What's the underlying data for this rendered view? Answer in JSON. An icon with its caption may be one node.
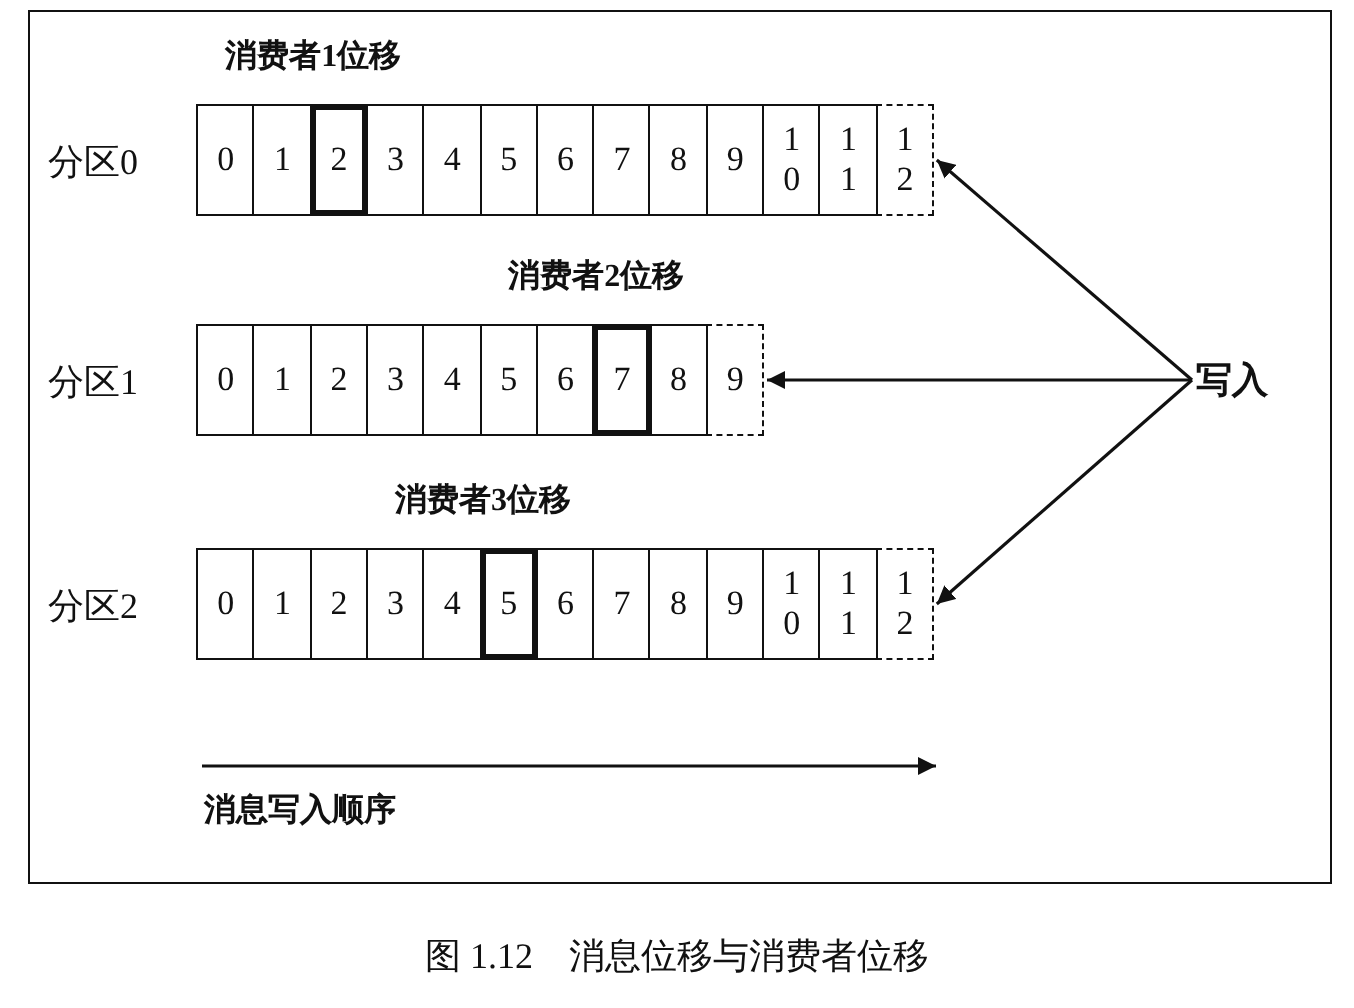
{
  "diagram": {
    "caption": "图 1.12　消息位移与消费者位移",
    "nodes": [
      {
        "text": [
          "分区0"
        ]
      },
      {
        "text": [
          "0"
        ],
        "in": 0
      },
      {
        "text": [
          "1"
        ],
        "in": 0
      },
      {
        "text": [
          "2"
        ],
        "in": 0,
        "beside": [
          "消费者1位移"
        ]
      },
      {
        "text": [
          "3"
        ],
        "in": 0
      },
      {
        "text": [
          "4"
        ],
        "in": 0
      },
      {
        "text": [
          "5"
        ],
        "in": 0
      },
      {
        "text": [
          "6"
        ],
        "in": 0
      },
      {
        "text": [
          "7"
        ],
        "in": 0
      },
      {
        "text": [
          "8"
        ],
        "in": 0
      },
      {
        "text": [
          "9"
        ],
        "in": 0
      },
      {
        "text": [
          "10"
        ],
        "in": 0
      },
      {
        "text": [
          "11"
        ],
        "in": 0
      },
      {
        "text": [
          "12"
        ],
        "in": 0
      },
      {
        "text": [
          "分区1"
        ]
      },
      {
        "text": [
          "0"
        ],
        "in": 14
      },
      {
        "text": [
          "1"
        ],
        "in": 14
      },
      {
        "text": [
          "2"
        ],
        "in": 14
      },
      {
        "text": [
          "3"
        ],
        "in": 14
      },
      {
        "text": [
          "4"
        ],
        "in": 14
      },
      {
        "text": [
          "5"
        ],
        "in": 14
      },
      {
        "text": [
          "6"
        ],
        "in": 14
      },
      {
        "text": [
          "7"
        ],
        "in": 14,
        "beside": [
          "消费者2位移"
        ]
      },
      {
        "text": [
          "8"
        ],
        "in": 14
      },
      {
        "text": [
          "9"
        ],
        "in": 14
      },
      {
        "text": [
          "分区2"
        ]
      },
      {
        "text": [
          "0"
        ],
        "in": 25
      },
      {
        "text": [
          "1"
        ],
        "in": 25
      },
      {
        "text": [
          "2"
        ],
        "in": 25
      },
      {
        "text": [
          "3"
        ],
        "in": 25
      },
      {
        "text": [
          "4"
        ],
        "in": 25
      },
      {
        "text": [
          "5"
        ],
        "in": 25,
        "beside": [
          "消费者3位移"
        ]
      },
      {
        "text": [
          "6"
        ],
        "in": 25
      },
      {
        "text": [
          "7"
        ],
        "in": 25
      },
      {
        "text": [
          "8"
        ],
        "in": 25
      },
      {
        "text": [
          "9"
        ],
        "in": 25
      },
      {
        "text": [
          "10"
        ],
        "in": 25
      },
      {
        "text": [
          "11"
        ],
        "in": 25
      },
      {
        "text": [
          "12"
        ],
        "in": 25
      },
      {
        "text": [
          "写入"
        ]
      }
    ],
    "edges": [
      {
        "from": 39,
        "to": 13,
        "arrow": "to"
      },
      {
        "from": 39,
        "to": 24,
        "arrow": "to"
      },
      {
        "from": 39,
        "to": 38,
        "arrow": "to"
      }
    ],
    "labels": [
      "消息写入顺序"
    ]
  }
}
